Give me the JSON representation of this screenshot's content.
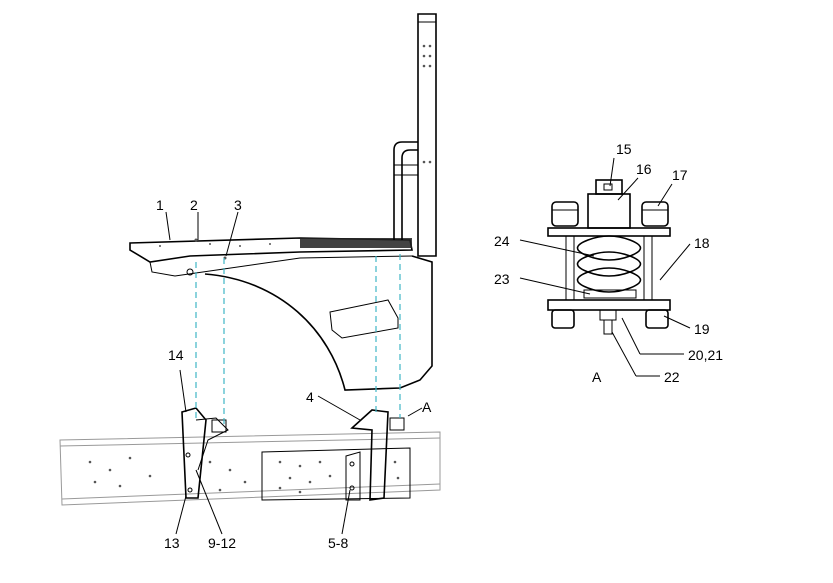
{
  "callouts": {
    "c1": "1",
    "c2": "2",
    "c3": "3",
    "c4": "4",
    "c14": "14",
    "c13": "13",
    "c9_12": "9-12",
    "c5_8": "5-8",
    "cA": "A",
    "c15": "15",
    "c16": "16",
    "c17": "17",
    "c18": "18",
    "c19": "19",
    "c20_21": "20,21",
    "c22": "22",
    "c23": "23",
    "c24": "24"
  },
  "detail_view_label": "A"
}
